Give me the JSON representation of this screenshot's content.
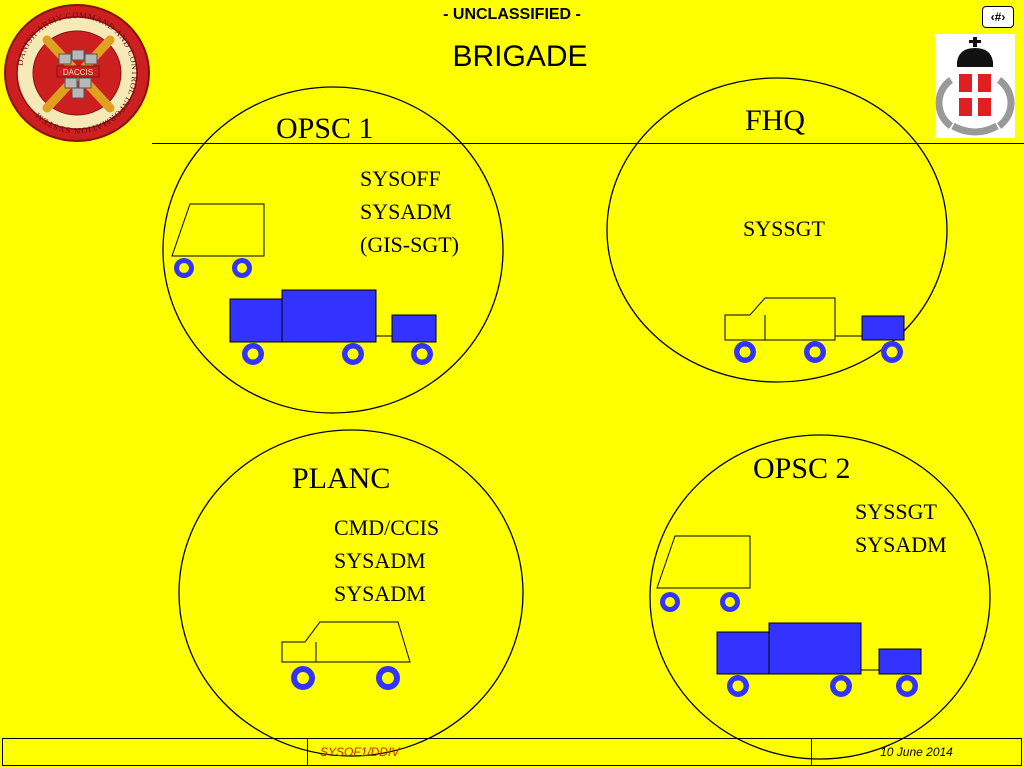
{
  "header": {
    "classification": "- UNCLASSIFIED -",
    "title": "BRIGADE",
    "slide_number": "‹#›"
  },
  "logos": {
    "left_seal_text": "DANISH ARMY COMMAND AND CONTROL INFORMATION SYSTEM",
    "left_seal_center": "DACCIS"
  },
  "groups": {
    "opsc1": {
      "label": "OPSC 1",
      "roles": [
        "SYSOFF",
        "SYSADM",
        "(GIS-SGT)"
      ]
    },
    "fhq": {
      "label": "FHQ",
      "roles": [
        "SYSSGT"
      ]
    },
    "planc": {
      "label": "PLANC",
      "roles": [
        "CMD/CCIS",
        "SYSADM",
        "SYSADM"
      ]
    },
    "opsc2": {
      "label": "OPSC 2",
      "roles": [
        "SYSSGT",
        "SYSADM"
      ]
    }
  },
  "footer": {
    "left": "",
    "center": "SYSOF1/DDIV",
    "right": "10 June 2014"
  },
  "colors": {
    "background": "#ffff00",
    "vehicle_blue": "#3333ff",
    "seal_red": "#cc1f1f",
    "footer_text_center": "#cc2200"
  }
}
